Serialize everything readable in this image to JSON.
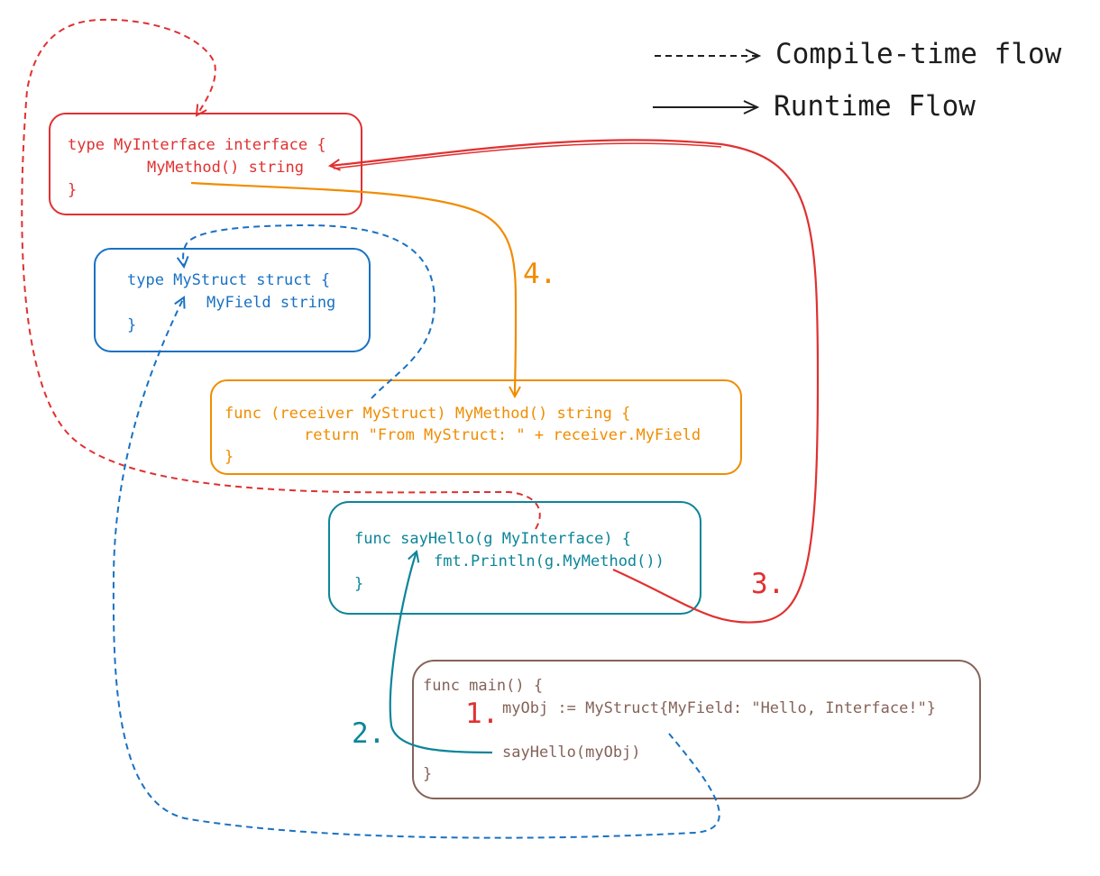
{
  "colors": {
    "interface": "#e03131",
    "struct": "#1971c2",
    "method": "#f08c00",
    "say_hello": "#0c8599",
    "main": "#846358",
    "legend": "#1e1e1e"
  },
  "legend": {
    "compile_time": "Compile-time flow",
    "runtime": "Runtime Flow"
  },
  "interface_box": {
    "line1": "type MyInterface interface {",
    "line2": "MyMethod() string",
    "line3": "}"
  },
  "struct_box": {
    "line1": "type MyStruct struct {",
    "line2": "MyField string",
    "line3": "}"
  },
  "method_box": {
    "line1": "func (receiver MyStruct) MyMethod() string {",
    "line2": "return \"From MyStruct: \" + receiver.MyField",
    "line3": "}"
  },
  "say_hello_box": {
    "line1": "func sayHello(g MyInterface) {",
    "line2": "fmt.Println(g.MyMethod())",
    "line3": "}"
  },
  "main_box": {
    "line1": "func main() {",
    "line2": "myObj := MyStruct{MyField: \"Hello, Interface!\"}",
    "line3": "sayHello(myObj)",
    "line4": "}"
  },
  "steps": {
    "one": "1.",
    "two": "2.",
    "three": "3.",
    "four": "4."
  }
}
